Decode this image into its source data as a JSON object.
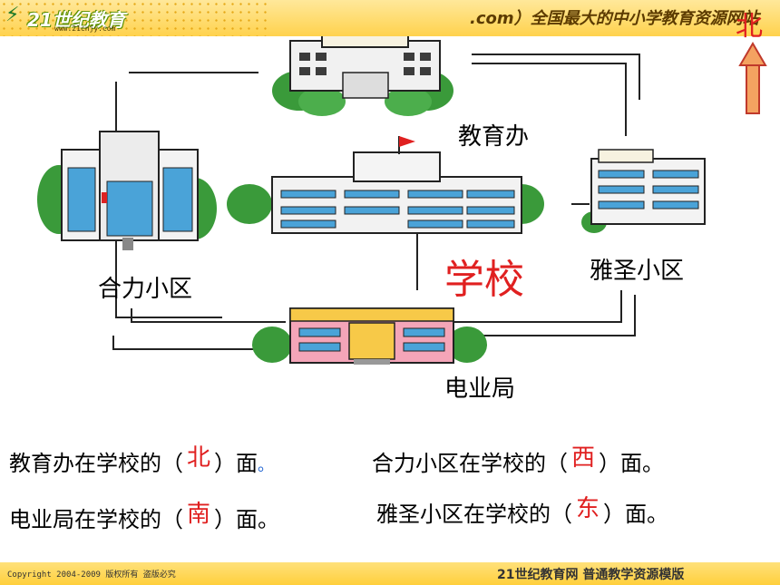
{
  "header": {
    "logo_mark": "⚡",
    "logo_text": "21世纪教育",
    "logo_url": "www.21cnjy.com",
    "slogan": ".com）全国最大的中小学教育资源网站"
  },
  "compass": {
    "north": "北"
  },
  "map": {
    "education_office": "教育办",
    "school": "学校",
    "heli_community": "合力小区",
    "yasheng_community": "雅圣小区",
    "power_bureau": "电业局"
  },
  "questions": [
    {
      "prefix": "教育办在学校的（",
      "answer": "北",
      "suffix": "）面",
      "tail": "。"
    },
    {
      "prefix": "合力小区在学校的（",
      "answer": "西",
      "suffix": "）面。",
      "tail": ""
    },
    {
      "prefix": "电业局在学校的（",
      "answer": "南",
      "suffix": "）面。",
      "tail": ""
    },
    {
      "prefix": "雅圣小区在学校的（",
      "answer": "东",
      "suffix": "）面。",
      "tail": ""
    }
  ],
  "footer": {
    "copyright": "Copyright 2004-2009 版权所有 盗版必究",
    "right": "21世纪教育网  普通教学资源模版"
  },
  "colors": {
    "accent": "#e02020",
    "header": "#ffd24d",
    "tree": "#3a9a3a",
    "building_blue": "#4aa3d8"
  }
}
